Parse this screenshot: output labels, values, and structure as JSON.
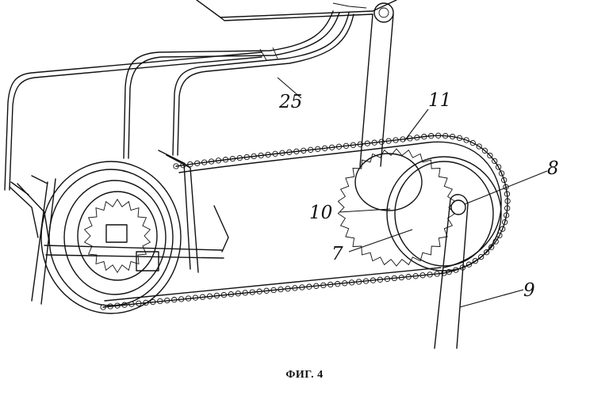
{
  "caption": "ФИГ. 4",
  "labels": {
    "l25": "25",
    "l11": "11",
    "l8": "8",
    "l10": "10",
    "l7": "7",
    "l9": "9"
  }
}
